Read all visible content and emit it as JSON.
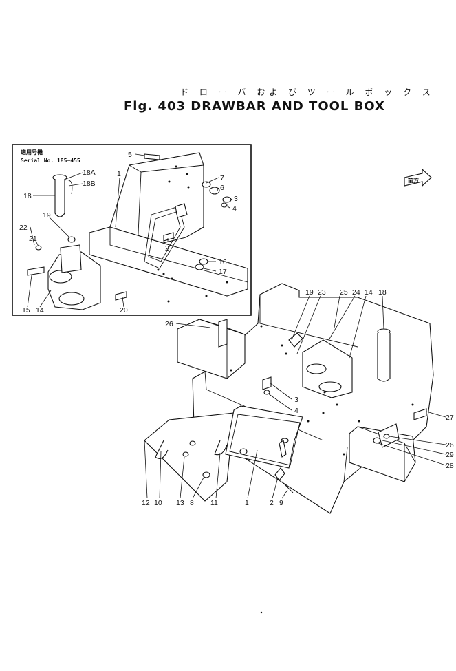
{
  "header": {
    "japanese_title": "ド ロ ー バ およ び ツ ー ル ボ ッ ク ス",
    "title": "Fig. 403 DRAWBAR AND TOOL BOX"
  },
  "inset": {
    "applicable_label": "適用号機",
    "serial_label": "Serial No. 185~455"
  },
  "front_marker": "前方",
  "callouts": {
    "inset": [
      "5",
      "1",
      "18A",
      "18B",
      "7",
      "6",
      "3",
      "4",
      "18",
      "19",
      "22",
      "21",
      "2",
      "16",
      "17",
      "15",
      "14",
      "20"
    ],
    "main": [
      "26",
      "19",
      "23",
      "25",
      "24",
      "14",
      "18",
      "3",
      "4",
      "27",
      "26",
      "29",
      "28",
      "12",
      "10",
      "13",
      "8",
      "11",
      "1",
      "2",
      "9"
    ]
  }
}
